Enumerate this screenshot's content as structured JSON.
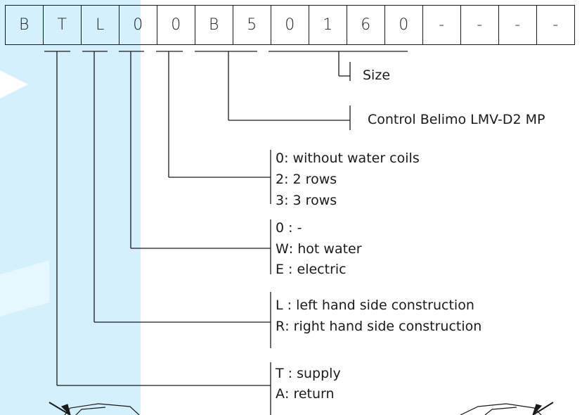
{
  "code_boxes": [
    "B",
    "T",
    "L",
    "0",
    "0",
    "B",
    "5",
    "0",
    "1",
    "6",
    "0",
    "-",
    "-",
    "-",
    "-"
  ],
  "labels": {
    "size": "Size",
    "control": "Control Belimo LMV-D2 MP"
  },
  "options": {
    "water_coils": [
      {
        "key": "0",
        "sep": ":",
        "text": "without water coils"
      },
      {
        "key": "2",
        "sep": ":",
        "text": "2 rows"
      },
      {
        "key": "3",
        "sep": ":",
        "text": "3 rows"
      }
    ],
    "heating": [
      {
        "key": "0",
        "sep": " :",
        "text": "-"
      },
      {
        "key": "W",
        "sep": ":",
        "text": "hot water"
      },
      {
        "key": "E",
        "sep": " :",
        "text": "electric"
      }
    ],
    "construction": [
      {
        "key": "L",
        "sep": " :",
        "text": "left hand side construction"
      },
      {
        "key": "R",
        "sep": ":",
        "text": "right hand side construction"
      }
    ],
    "air_direction": [
      {
        "key": "T",
        "sep": " :",
        "text": "supply"
      },
      {
        "key": "A",
        "sep": ":",
        "text": "return"
      }
    ]
  },
  "colors": {
    "line": "#1a1a1a",
    "background_shape": "#cfeefb"
  }
}
